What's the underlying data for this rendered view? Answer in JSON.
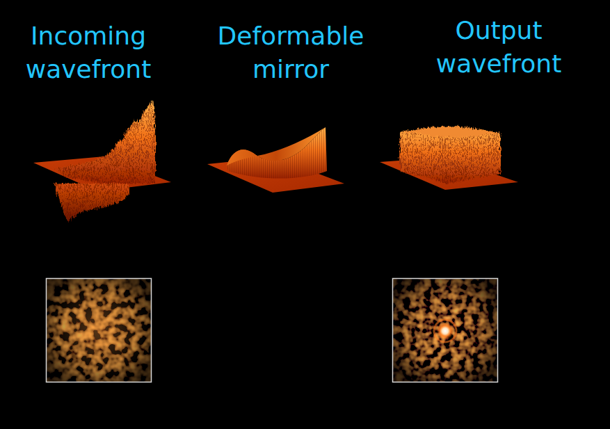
{
  "diagram": {
    "labels": [
      "Incoming wavefront",
      "Deformable mirror",
      "Output wavefront"
    ]
  }
}
